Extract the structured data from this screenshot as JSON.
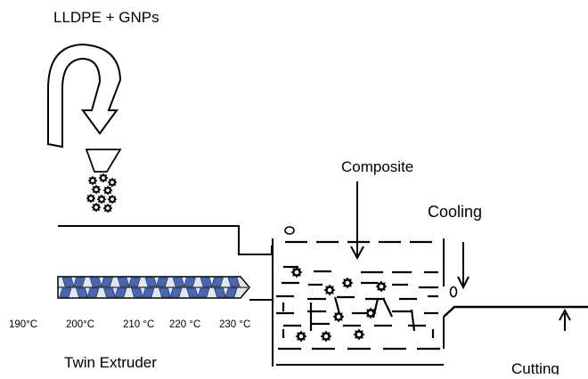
{
  "diagram": {
    "title_material": "LLDPE + GNPs",
    "label_composite": "Composite",
    "label_cooling": "Cooling",
    "label_cutting": "Cutting",
    "label_extruder": "Twin Extruder",
    "temperatures": [
      "190°C",
      "200°C",
      "210 °C",
      "220 °C",
      "230 °C"
    ],
    "colors": {
      "screw_blue": "#4a66b0",
      "screw_light": "#dfe6f4",
      "line": "#000000"
    }
  }
}
